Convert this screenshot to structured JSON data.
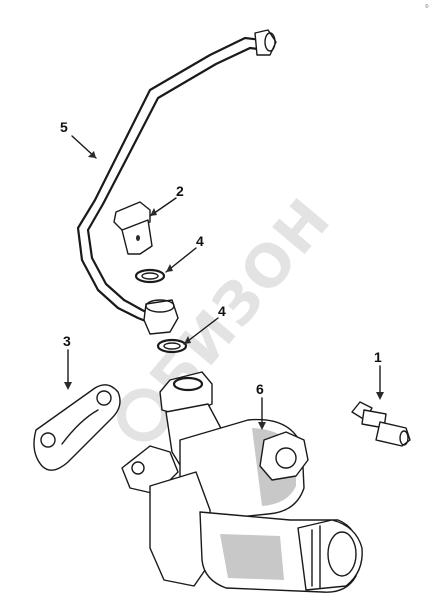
{
  "watermark": {
    "text": "БИЗОН"
  },
  "corner_mark": "©",
  "callouts": [
    {
      "id": "1",
      "text": "1"
    },
    {
      "id": "2",
      "text": "2"
    },
    {
      "id": "3",
      "text": "3"
    },
    {
      "id": "4a",
      "text": "4"
    },
    {
      "id": "4b",
      "text": "4"
    },
    {
      "id": "5",
      "text": "5"
    },
    {
      "id": "6",
      "text": "6"
    }
  ]
}
